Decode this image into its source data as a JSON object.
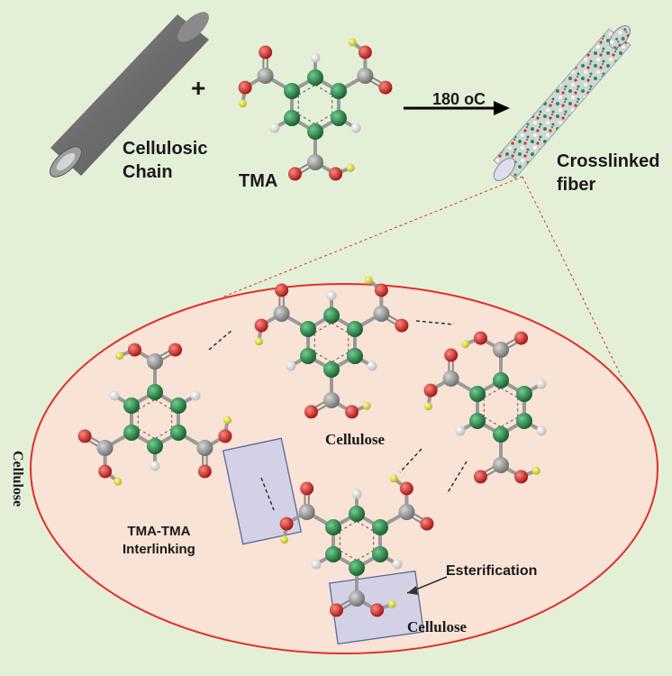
{
  "labels": {
    "cellulosic_chain_line1": "Cellulosic",
    "cellulosic_chain_line2": "Chain",
    "plus": "+",
    "tma": "TMA",
    "temperature_value": "180",
    "temperature_unit": "oC",
    "crosslinked_line1": "Crosslinked",
    "crosslinked_line2": "fiber",
    "cellulose_left": "Cellulose",
    "cellulose_middle": "Cellulose",
    "cellulose_bottom": "Cellulose",
    "interlinking_line1": "TMA-TMA",
    "interlinking_line2": "Interlinking",
    "esterification": "Esterification"
  },
  "colors": {
    "background": "#e4efd8",
    "ellipse_fill": "#f9e2d6",
    "ellipse_stroke": "#e0302a",
    "carbon_ring": "#1f7a3a",
    "carbon_carboxyl": "#8e8e8e",
    "oxygen": "#d41f1f",
    "hydrogen": "#f2f2f2",
    "acid_hydrogen": "#e6e62e",
    "highlight_box": "#c9cde8"
  },
  "icons": {
    "cellulose_tube": "gray-cylinder",
    "fiber": "speckled-cylinder",
    "reaction_arrow": "right-arrow"
  }
}
